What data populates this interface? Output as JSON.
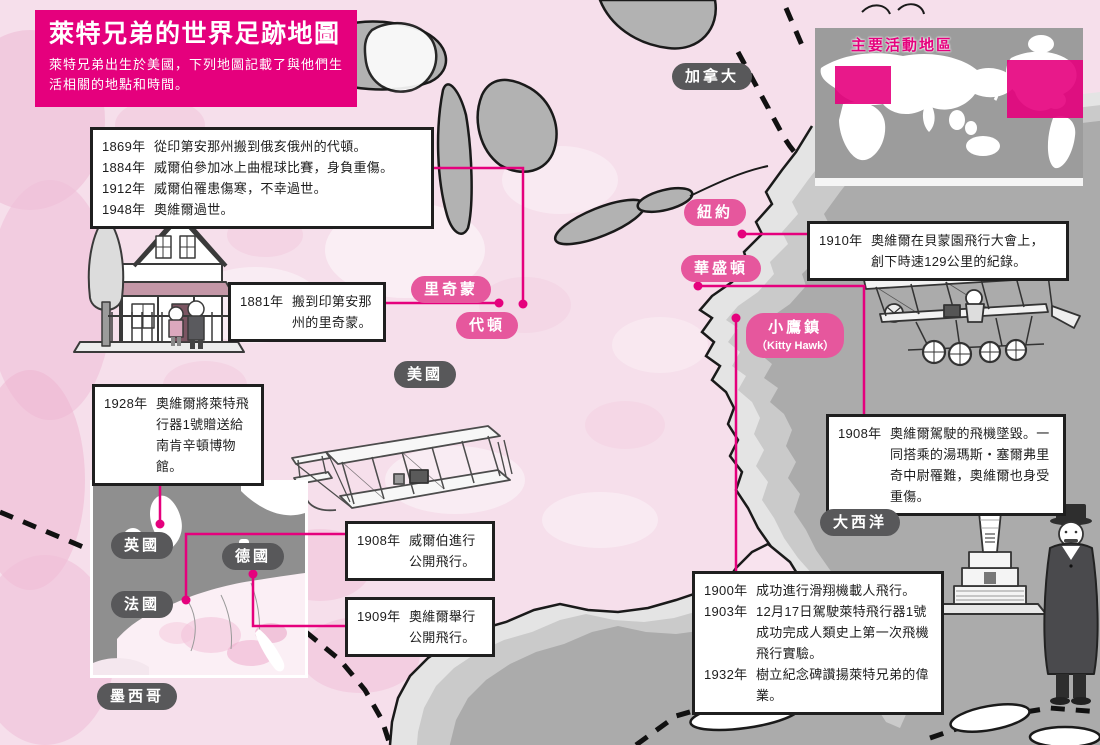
{
  "colors": {
    "accent": "#e5007d",
    "city_badge": "#e6579d",
    "country_badge": "#58585a",
    "ocean": "#ababab",
    "land_pink": "#f6dfeb"
  },
  "title": {
    "heading": "萊特兄弟的世界足跡地圖",
    "subtitle": "萊特兄弟出生於美國，下列地圖記載了與他們生活相關的地點和時間。"
  },
  "world_inset": {
    "label": "主要活動地區"
  },
  "labels": {
    "canada": "加拿大",
    "usa": "美國",
    "mexico": "墨西哥",
    "atlantic": "大西洋",
    "new_york": "紐約",
    "washington": "華盛頓",
    "richmond": "里奇蒙",
    "dayton": "代頓",
    "kitty_hawk": "小鷹鎮",
    "kitty_hawk_en": "（Kitty Hawk）",
    "uk": "英國",
    "germany": "德國",
    "france": "法國"
  },
  "events": {
    "dayton": [
      {
        "year": "1869年",
        "text": "從印第安那州搬到俄亥俄州的代頓。"
      },
      {
        "year": "1884年",
        "text": "威爾伯參加冰上曲棍球比賽，身負重傷。"
      },
      {
        "year": "1912年",
        "text": "威爾伯罹患傷寒，不幸過世。"
      },
      {
        "year": "1948年",
        "text": "奧維爾過世。"
      }
    ],
    "richmond": {
      "year": "1881年",
      "text": "搬到印第安那州的里奇蒙。"
    },
    "belmont": {
      "year": "1910年",
      "text": "奧維爾在貝蒙園飛行大會上，創下時速129公里的紀錄。"
    },
    "museum": {
      "year": "1928年",
      "text": "奧維爾將萊特飛行器1號贈送給南肯辛頓博物館。"
    },
    "crash": {
      "year": "1908年",
      "text": "奧維爾駕駛的飛機墜毀。一同搭乘的湯瑪斯・塞爾弗里奇中尉罹難，奧維爾也身受重傷。"
    },
    "wilbur_flight": {
      "year": "1908年",
      "text": "威爾伯進行公開飛行。"
    },
    "orville_flight": {
      "year": "1909年",
      "text": "奧維爾舉行公開飛行。"
    },
    "kitty_hawk": [
      {
        "year": "1900年",
        "text": "成功進行滑翔機載人飛行。"
      },
      {
        "year": "1903年",
        "text": "12月17日駕駛萊特飛行器1號成功完成人類史上第一次飛機飛行實驗。"
      },
      {
        "year": "1932年",
        "text": "樹立紀念碑讚揚萊特兄弟的偉業。"
      }
    ]
  }
}
